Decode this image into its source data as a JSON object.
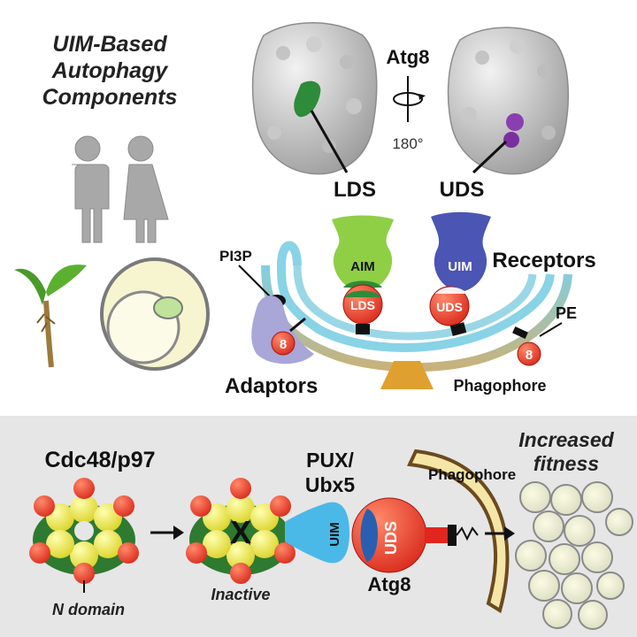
{
  "top": {
    "title_lines": [
      "UIM-Based",
      "Autophagy",
      "Components"
    ],
    "atg8_label": "Atg8",
    "rotation_label": "180°",
    "lds_label": "LDS",
    "uds_label": "UDS",
    "pi3p_label": "PI3P",
    "aim_label": "AIM",
    "lds_small": "LDS",
    "uim_label": "UIM",
    "uds_small": "UDS",
    "receptors_label": "Receptors",
    "pe_label": "PE",
    "adaptors_label": "Adaptors",
    "phagophore_label": "Phagophore",
    "atg8_badge_1": "8",
    "atg8_badge_2": "8"
  },
  "bottom": {
    "cdc48_label": "Cdc48/p97",
    "n_domain_label": "N domain",
    "inactive_label": "Inactive",
    "x_mark": "X",
    "pux_line1": "PUX/",
    "pux_line2": "Ubx5",
    "phagophore_label": "Phagophore",
    "uim_label": "UIM",
    "uds_label": "UDS",
    "atg8_label": "Atg8",
    "fitness_line1": "Increased",
    "fitness_line2": "fitness"
  },
  "colors": {
    "green": "#2e8b3a",
    "purple": "#8a3fb0",
    "red": "#e0261f",
    "cyan": "#7cc9dc",
    "blue_receptor": "#4b55b3",
    "lime_adaptor": "#8fcf45",
    "yellow": "#f2e93d",
    "bottom_bg": "#e6e6e6"
  }
}
